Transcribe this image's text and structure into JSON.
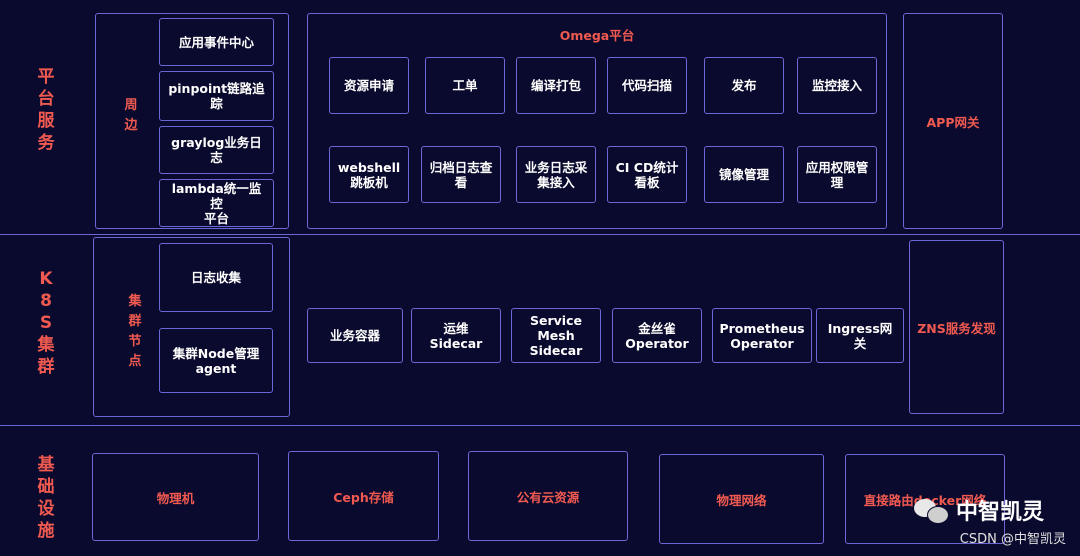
{
  "layers": {
    "platform": "平\n台\n服\n务",
    "k8s": "K\n8\nS\n集\n群",
    "infra": "基\n础\n设\n施"
  },
  "periphery": {
    "label": "周\n边",
    "items": [
      "应用事件中心",
      "pinpoint链路追\n踪",
      "graylog业务日\n志",
      "lambda统一监控\n平台"
    ]
  },
  "omega": {
    "title": "Omega平台",
    "row1": [
      "资源申请",
      "工单",
      "编译打包",
      "代码扫描",
      "发布",
      "监控接入"
    ],
    "row2": [
      "webshell\n跳板机",
      "归档日志查\n看",
      "业务日志采\n集接入",
      "CI CD统计\n看板",
      "镜像管理",
      "应用权限管\n理"
    ]
  },
  "app_gateway": "APP网关",
  "cluster_node": {
    "label": "集\n群\n节\n点",
    "items": [
      "日志收集",
      "集群Node管理\nagent"
    ]
  },
  "k8s_items": [
    "业务容器",
    "运维Sidecar",
    "Service\nMesh\nSidecar",
    "金丝雀\nOperator",
    "Prometheus\nOperator",
    "Ingress网关"
  ],
  "zns": "ZNS服务发现",
  "infra_items": [
    "物理机",
    "Ceph存储",
    "公有云资源",
    "物理网络",
    "直接路由docker网络"
  ],
  "watermark": {
    "brand": "中智凯灵",
    "csdn": "CSDN @中智凯灵"
  },
  "colors": {
    "background": "#0a0a2e",
    "border": "#6b68d6",
    "accent_red": "#f05a50",
    "text": "#ffffff"
  }
}
